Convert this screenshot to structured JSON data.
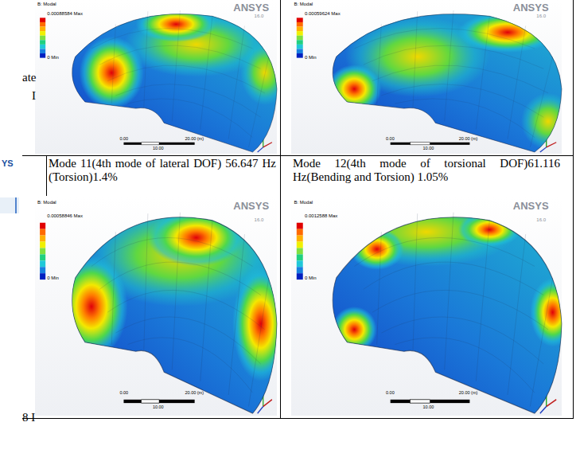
{
  "diagram": {
    "labels": [
      "ate",
      "I",
      "YS",
      "Mode 11(4th mode of lateral DOF) 56.647 Hz (Torsion)1.4%",
      "Mode 12(4th mode of torsional DOF)61.116 Hz(Bending and Torsion) 1.05%",
      "8 I",
      "B: Modal",
      "0.00088584 Max",
      "0 Min",
      "ANSYS",
      "16.0",
      "0.00",
      "10.00",
      "20.00 (m)",
      "B: Modal",
      "0.00059624 Max",
      "0 Min",
      "ANSYS",
      "16.0",
      "0.00",
      "10.00",
      "20.00 (m)",
      "B: Modal",
      "0.00058846 Max",
      "0 Min",
      "ANSYS",
      "16.0",
      "0.00",
      "10.00",
      "20.00 (m)",
      "B: Modal",
      "0.0012588 Max",
      "0 Min",
      "ANSYS",
      "16.0",
      "0.00",
      "10.00",
      "20.00 (m)"
    ]
  }
}
